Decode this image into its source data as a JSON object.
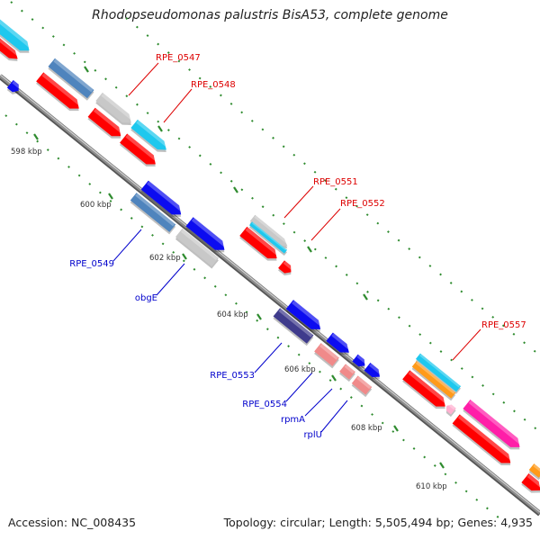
{
  "header": {
    "title": "Rhodopseudomonas palustris BisA53, complete genome"
  },
  "footer": {
    "accession": "Accession: NC_008435",
    "summary": "Topology: circular; Length: 5,505,494 bp; Genes: 4,935"
  },
  "colors": {
    "backbone": "#8c8c8c",
    "tick": "#2e8b2e",
    "red": "#ff0000",
    "cyan": "#1ec8ee",
    "steelblue": "#4f84bd",
    "lightgray": "#c8c8c8",
    "blue": "#0c0cf0",
    "darkslate": "#3f3b8c",
    "salmon": "#f08a8a",
    "orange": "#ff9a1a",
    "magenta": "#ff1ea8",
    "pink": "#ffb0d0",
    "label_red": "#dd0000",
    "label_blue": "#0000cc"
  },
  "scale_labels": [
    "598 kbp",
    "600 kbp",
    "602 kbp",
    "604 kbp",
    "606 kbp",
    "608 kbp",
    "610 kbp"
  ],
  "gene_labels": {
    "forward": [
      "RPE_0547",
      "RPE_0548",
      "RPE_0551",
      "RPE_0552",
      "RPE_0557"
    ],
    "reverse": [
      "RPE_0549",
      "obgE",
      "RPE_0553",
      "RPE_0554",
      "rpmA",
      "rplU"
    ]
  }
}
